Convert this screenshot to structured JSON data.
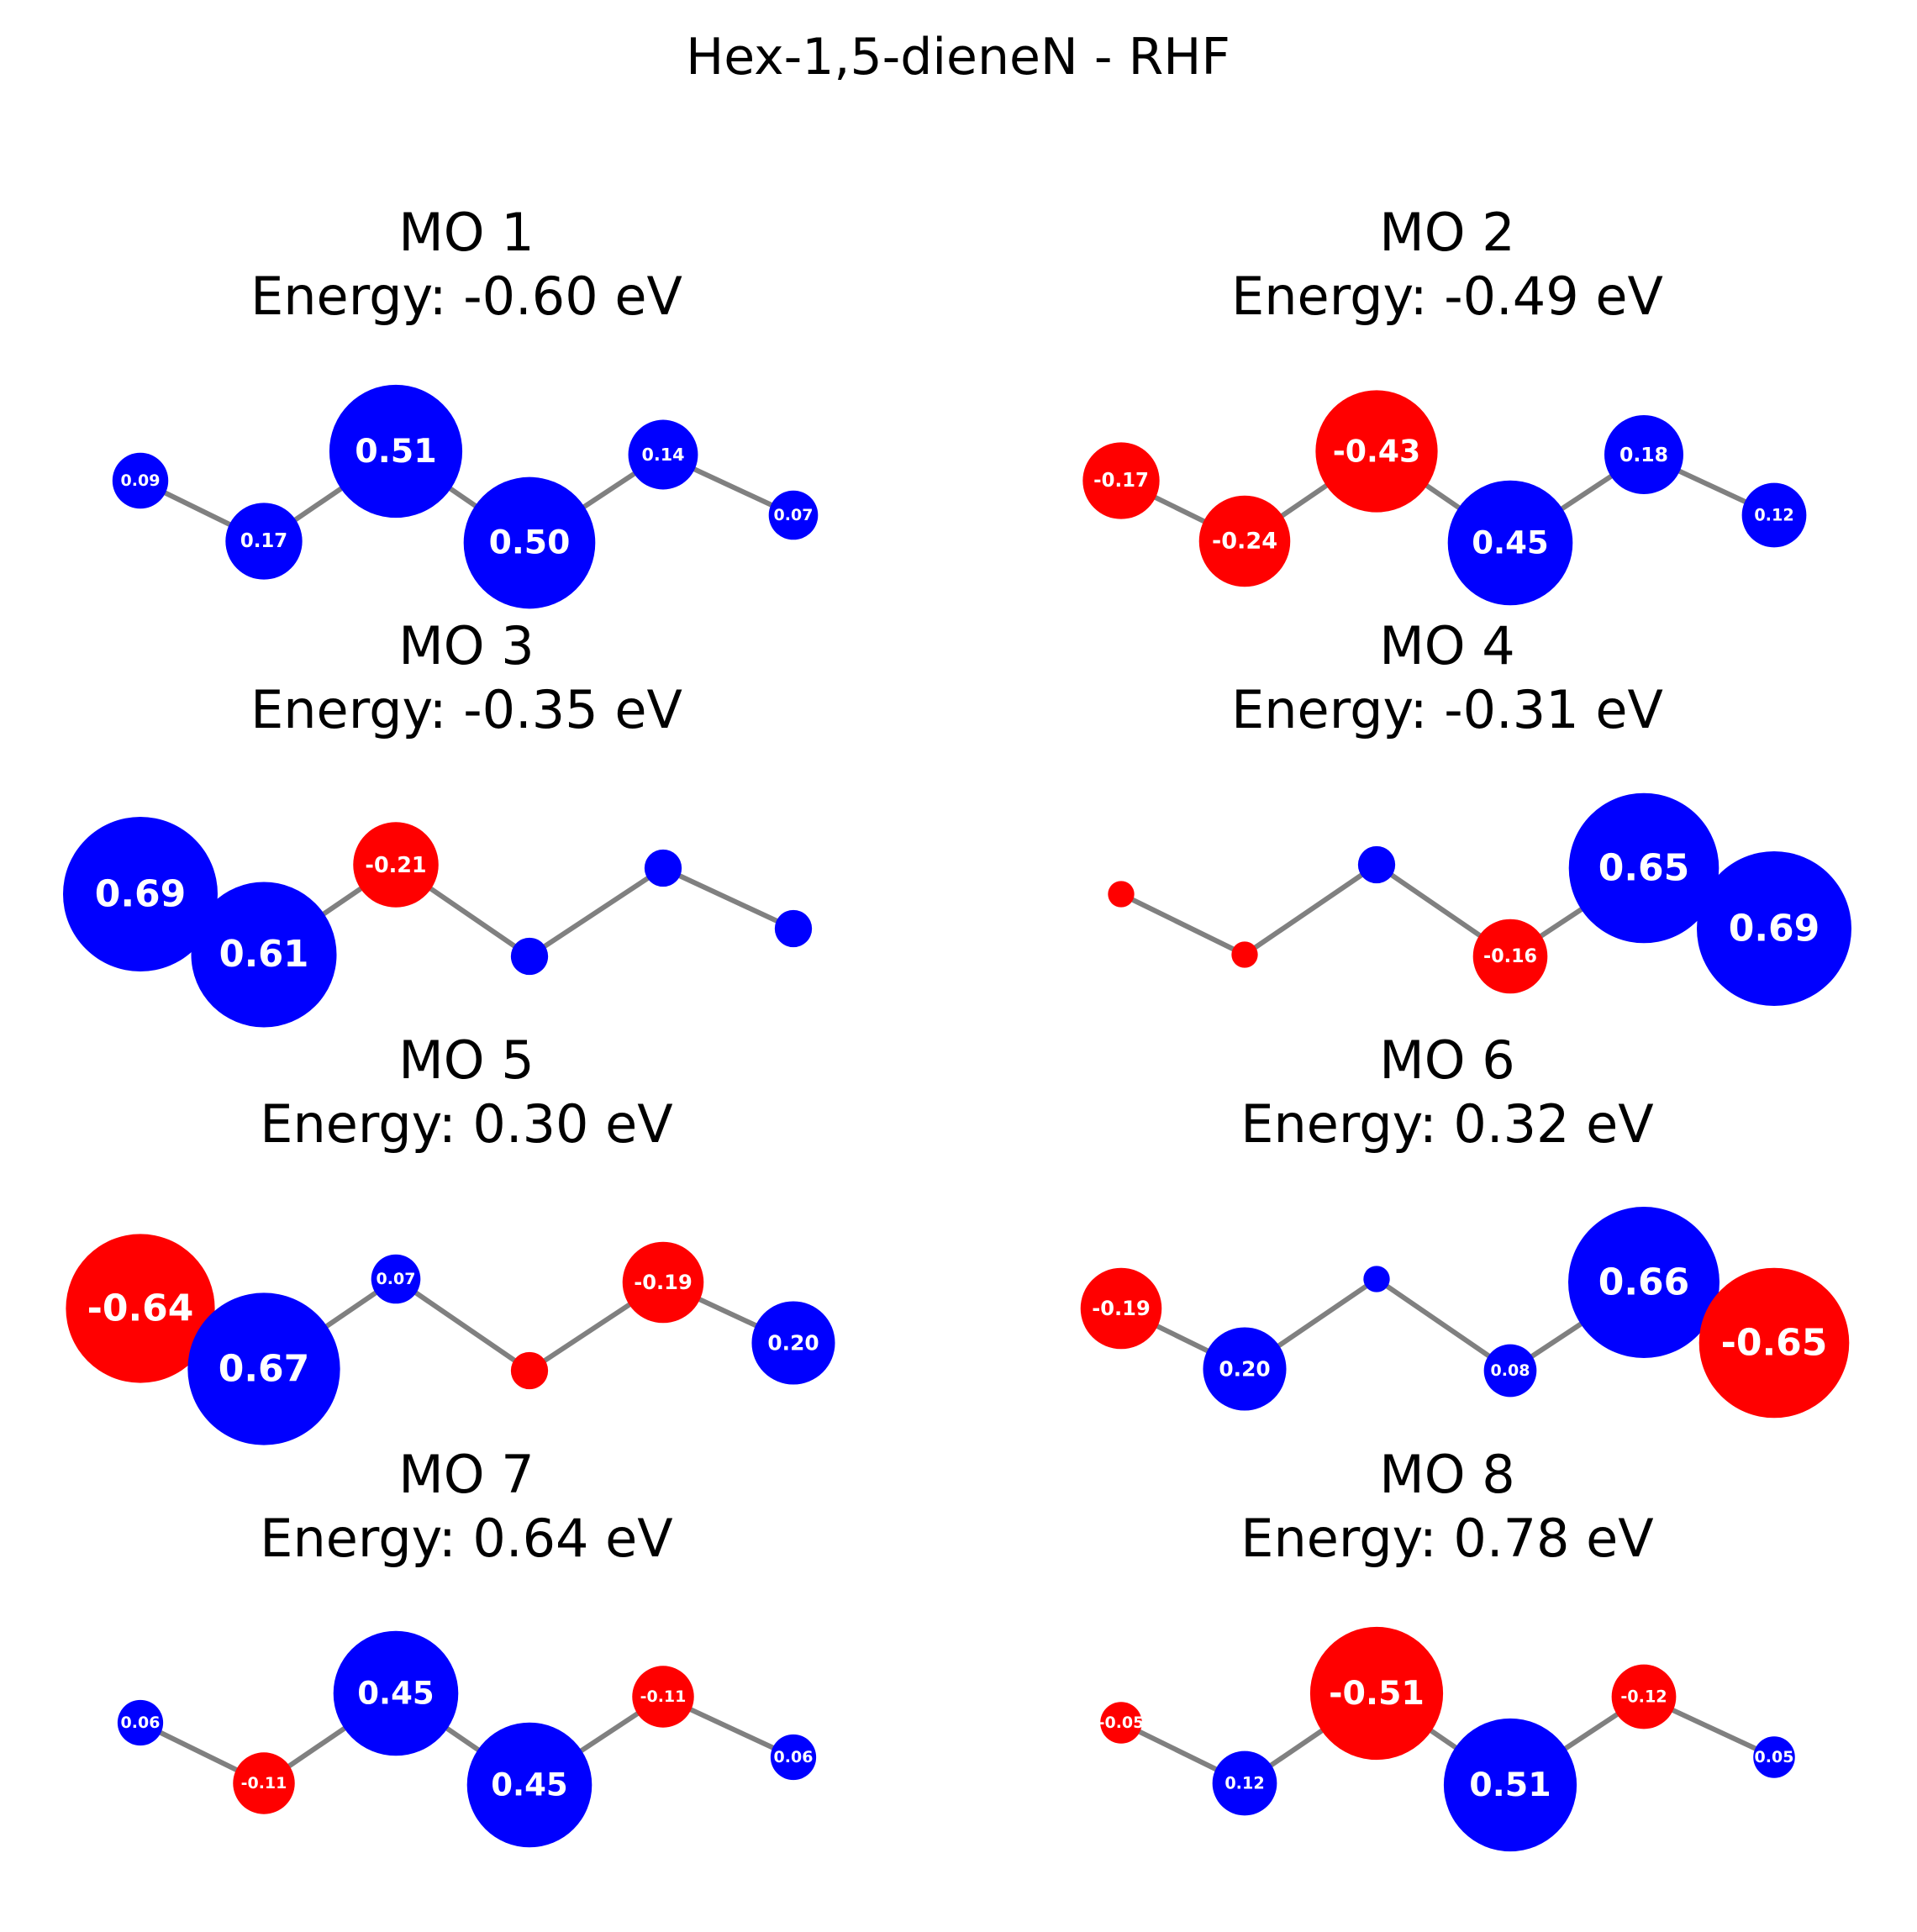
{
  "title": "Hex-1,5-dieneN - RHF",
  "colors": {
    "positive": "#0000ff",
    "negative": "#ff0000",
    "bond": "#808080",
    "label": "#ffffff"
  },
  "chart_data": {
    "type": "scatter",
    "title": "Hex-1,5-dieneN - RHF",
    "layout": "4 rows x 2 columns of molecular-orbital diagrams",
    "atoms_per_orbital": 6,
    "bonds": [
      [
        0,
        1
      ],
      [
        1,
        2
      ],
      [
        2,
        3
      ],
      [
        3,
        4
      ],
      [
        4,
        5
      ]
    ],
    "encoding": "circle area ∝ |coefficient|; blue = positive, red = negative",
    "orbitals": [
      {
        "label": "MO 1",
        "energy_text": "Energy: -0.60 eV",
        "energy": -0.6,
        "coefficients": [
          0.09,
          0.17,
          0.51,
          0.5,
          0.14,
          0.07
        ],
        "labels": [
          "0.09",
          "0.17",
          "0.51",
          "0.50",
          "0.14",
          "0.07"
        ]
      },
      {
        "label": "MO 2",
        "energy_text": "Energy: -0.49 eV",
        "energy": -0.49,
        "coefficients": [
          -0.17,
          -0.24,
          -0.43,
          0.45,
          0.18,
          0.12
        ],
        "labels": [
          "-0.17",
          "-0.24",
          "-0.43",
          "0.45",
          "0.18",
          "0.12"
        ]
      },
      {
        "label": "MO 3",
        "energy_text": "Energy: -0.35 eV",
        "energy": -0.35,
        "coefficients": [
          0.69,
          0.61,
          -0.21,
          0.04,
          0.04,
          0.04
        ],
        "labels": [
          "0.69",
          "0.61",
          "-0.21",
          "",
          "",
          ""
        ]
      },
      {
        "label": "MO 4",
        "energy_text": "Energy: -0.31 eV",
        "energy": -0.31,
        "coefficients": [
          -0.02,
          -0.02,
          0.04,
          -0.16,
          0.65,
          0.69
        ],
        "labels": [
          "",
          "",
          "",
          "-0.16",
          "0.65",
          "0.69"
        ]
      },
      {
        "label": "MO 5",
        "energy_text": "Energy: 0.30 eV",
        "energy": 0.3,
        "coefficients": [
          -0.64,
          0.67,
          0.07,
          -0.04,
          -0.19,
          0.2
        ],
        "labels": [
          "-0.64",
          "0.67",
          "0.07",
          "",
          "-0.19",
          "0.20"
        ]
      },
      {
        "label": "MO 6",
        "energy_text": "Energy: 0.32 eV",
        "energy": 0.32,
        "coefficients": [
          -0.19,
          0.2,
          0.02,
          0.08,
          0.66,
          -0.65
        ],
        "labels": [
          "-0.19",
          "0.20",
          "",
          "0.08",
          "0.66",
          "-0.65"
        ]
      },
      {
        "label": "MO 7",
        "energy_text": "Energy: 0.64 eV",
        "energy": 0.64,
        "coefficients": [
          0.06,
          -0.11,
          0.45,
          0.45,
          -0.11,
          0.06
        ],
        "labels": [
          "0.06",
          "-0.11",
          "0.45",
          "0.45",
          "-0.11",
          "0.06"
        ]
      },
      {
        "label": "MO 8",
        "energy_text": "Energy: 0.78 eV",
        "energy": 0.78,
        "coefficients": [
          -0.05,
          0.12,
          -0.51,
          0.51,
          -0.12,
          0.05
        ],
        "labels": [
          "-0.05",
          "0.12",
          "-0.51",
          "0.51",
          "-0.12",
          "0.05"
        ]
      }
    ]
  }
}
